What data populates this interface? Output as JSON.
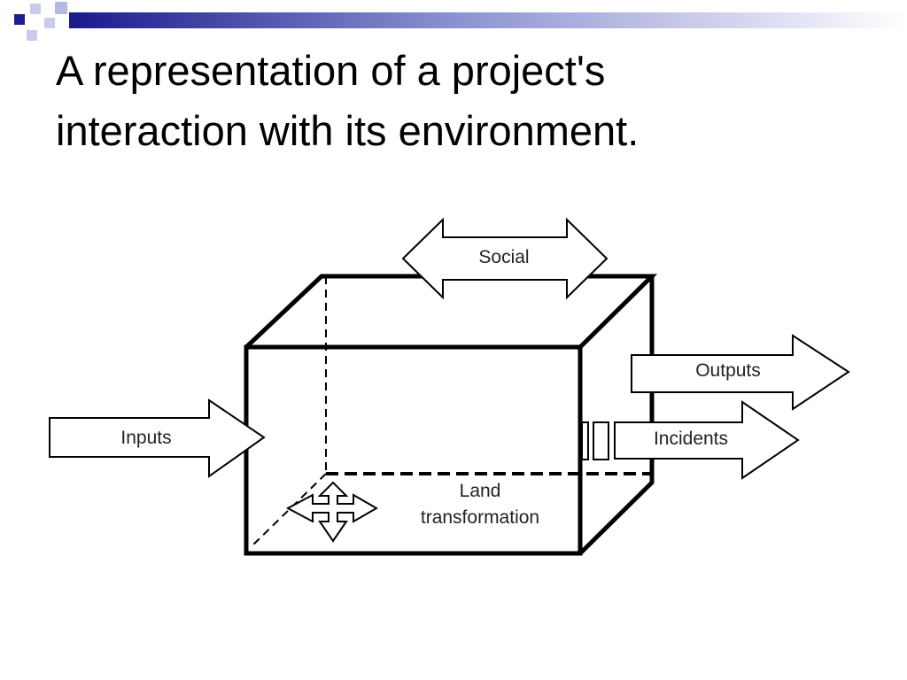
{
  "slide": {
    "title": "A representation of a project's interaction with its environment."
  },
  "diagram": {
    "labels": {
      "social": "Social",
      "inputs": "Inputs",
      "outputs": "Outputs",
      "incidents": "Incidents",
      "land_line1": "Land",
      "land_line2": "transformation"
    }
  },
  "colors": {
    "accent_dark": "#1f1f8c",
    "accent_light": "#9ea3d6",
    "line": "#000000"
  }
}
